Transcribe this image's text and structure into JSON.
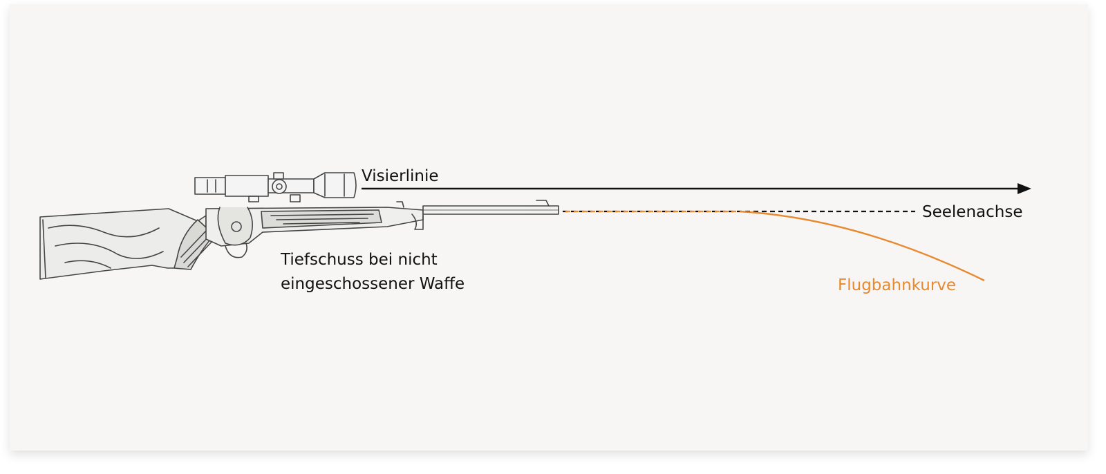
{
  "labels": {
    "sight_line": "Visierlinie",
    "bore_axis": "Seelenachse",
    "trajectory": "Flugbahnkurve",
    "caption_line1": "Tiefschuss bei nicht",
    "caption_line2": "eingeschossener Waffe"
  },
  "colors": {
    "background": "#f7f6f4",
    "line": "#111111",
    "trajectory": "#e8892f",
    "sketch": "#444444"
  },
  "icons": {
    "rifle": "rifle-with-scope-sketch"
  }
}
